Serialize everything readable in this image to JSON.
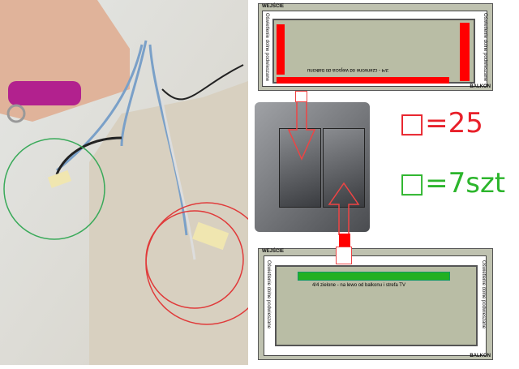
{
  "top_plan": {
    "entrance_label": "WEJŚCIE",
    "left_label": "Oświetlenie dolne podwieszane",
    "right_label": "Oświetlenie dolne podwieszane",
    "balcony_label": "BALKON",
    "note": "3/4 - czerwone od wejścia do balkonu",
    "accent": "#ff0000"
  },
  "bottom_plan": {
    "entrance_label": "WEJŚCIE",
    "left_label": "Oświetlenie dolne podwieszane",
    "right_label": "Oświetlenie dolne podwieszane",
    "balcony_label": "BALKON",
    "note": "4/4 zielone - na lewo od balkonu i strefa TV",
    "accent": "#22b022"
  },
  "handwriting": {
    "red_formula": "□=25",
    "green_formula": "□=7szt",
    "red_color": "#e8202a",
    "green_color": "#2cb52c"
  }
}
